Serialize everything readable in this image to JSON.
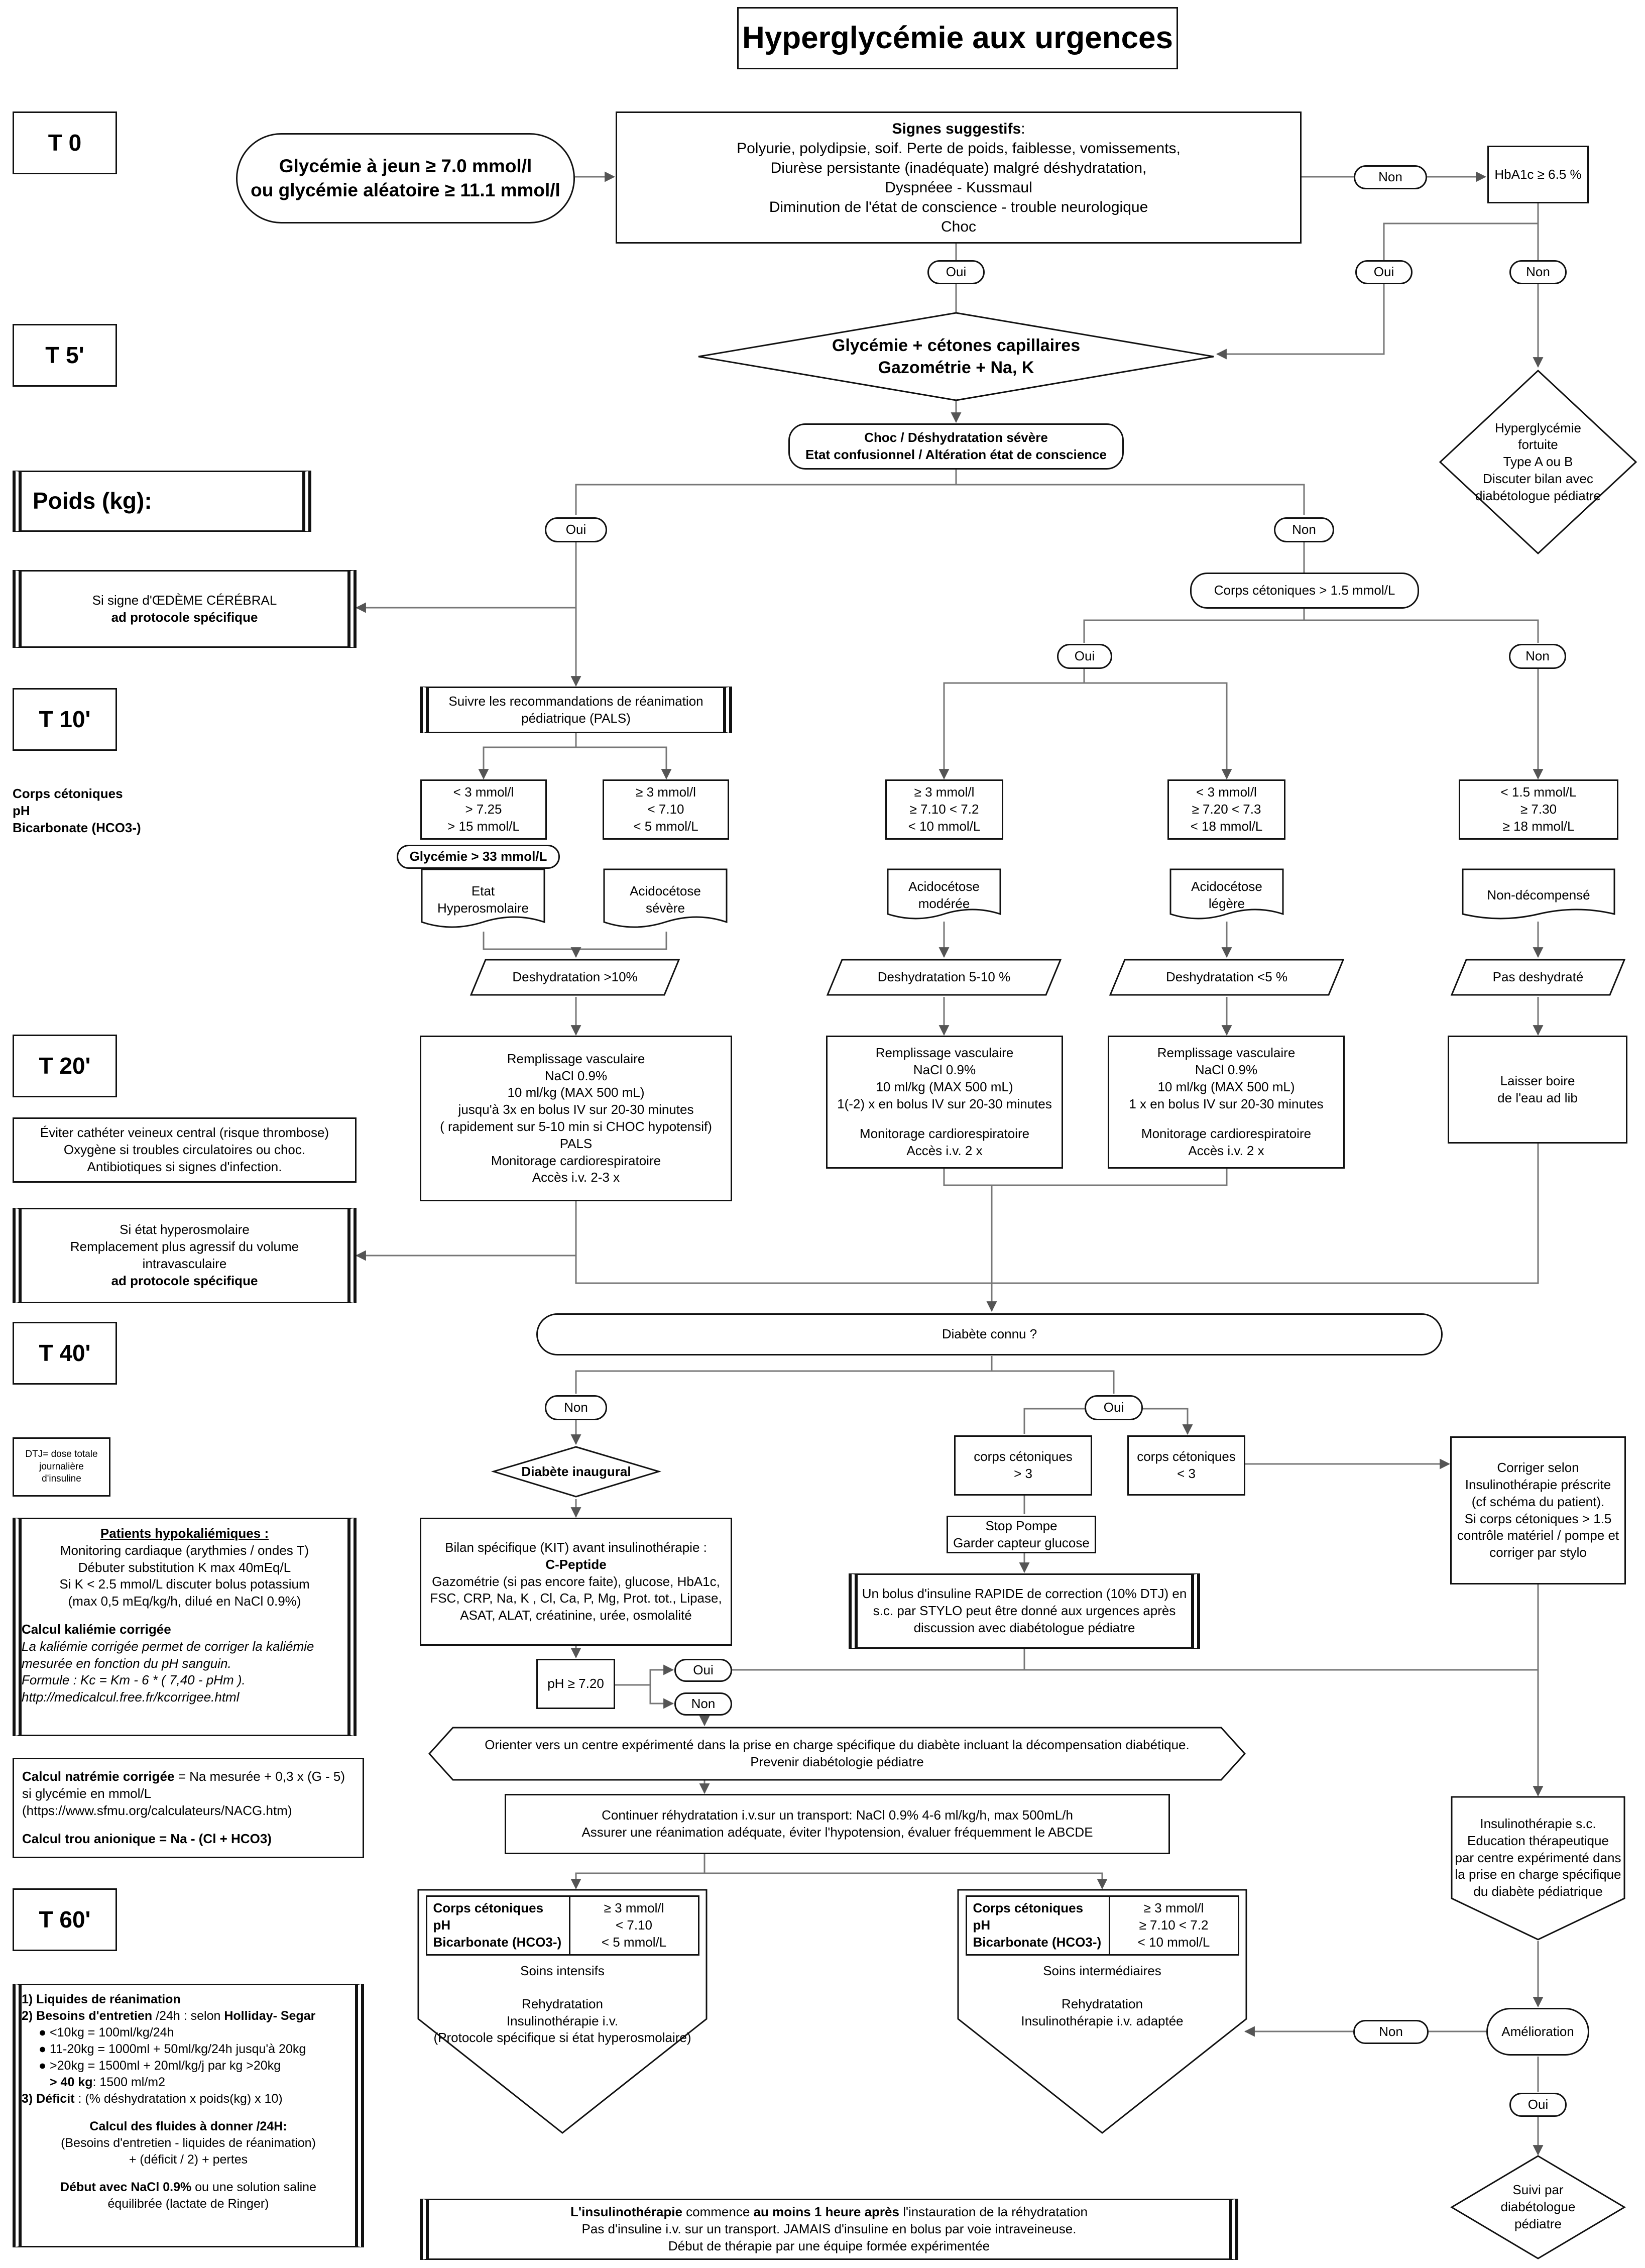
{
  "title": "Hyperglycémie aux urgences",
  "timeline": {
    "t0": "T 0",
    "t5": "T  5'",
    "poids": "Poids (kg):",
    "t10": "T  10'",
    "t20": "T  20'",
    "t40": "T  40'",
    "t60": "T  60'"
  },
  "yes": "Oui",
  "no": "Non",
  "start": {
    "l1": "Glycémie à jeun ≥ 7.0 mmol/l",
    "l2": "ou glycémie aléatoire ≥ 11.1 mmol/l"
  },
  "signs": {
    "title": "Signes suggestifs",
    "l1": "Polyurie, polydipsie, soif. Perte de poids, faiblesse, vomissements,",
    "l2": "Diurèse persistante (inadéquate) malgré déshydratation,",
    "l3": "Dyspnéee - Kussmaul",
    "l4": "Diminution de l'état de conscience - trouble neurologique",
    "l5": "Choc"
  },
  "hba1c": "HbA1c ≥ 6.5 %",
  "capillary": {
    "l1": "Glycémie + cétones capillaires",
    "l2": "Gazométrie + Na, K"
  },
  "fortuite": {
    "l1": "Hyperglycémie",
    "l2": "fortuite",
    "l3": "Type A ou B",
    "l4": "Discuter bilan  avec",
    "l5": "diabétologue pédiatre"
  },
  "choc": {
    "l1": "Choc / Déshydratation sévère",
    "l2": "Etat confusionnel / Altération état de conscience"
  },
  "oedeme": {
    "l1": "Si signe d'ŒDÈME CÉRÉBRAL",
    "l2": "ad protocole spécifique"
  },
  "cetones_gt": "Corps cétoniques > 1.5 mmol/L",
  "pals": {
    "l1": "Suivre les recommandations de réanimation",
    "l2": "pédiatrique (PALS)"
  },
  "legend_labs": {
    "l1": "Corps cétoniques",
    "l2": "pH",
    "l3": "Bicarbonate (HCO3-)"
  },
  "crit_hyperosm": {
    "l1": "< 3 mmol/l",
    "l2": "> 7.25",
    "l3": "> 15 mmol/L"
  },
  "crit_severe": {
    "l1": "≥ 3 mmol/l",
    "l2": "< 7.10",
    "l3": "< 5 mmol/L"
  },
  "crit_moderee": {
    "l1": "≥ 3 mmol/l",
    "l2": "≥ 7.10 < 7.2",
    "l3": "< 10 mmol/L"
  },
  "crit_legere": {
    "l1": "< 3 mmol/l",
    "l2": "≥ 7.20 < 7.3",
    "l3": "< 18 mmol/L"
  },
  "crit_nondec": {
    "l1": "< 1.5 mmol/L",
    "l2": "≥ 7.30",
    "l3": "≥ 18 mmol/L"
  },
  "glyc33": "Glycémie > 33 mmol/L",
  "state_hyperosm": {
    "l1": "Etat",
    "l2": "Hyperosmolaire"
  },
  "state_severe": {
    "l1": "Acidocétose",
    "l2": "sévère"
  },
  "state_moderee": {
    "l1": "Acidocétose",
    "l2": "modérée"
  },
  "state_legere": {
    "l1": "Acidocétose",
    "l2": "légère"
  },
  "state_nondec": "Non-décompensé",
  "deshy": {
    "a": "Deshydratation >10%",
    "b": "Deshydratation 5-10 %",
    "c": "Deshydratation <5 %",
    "d": "Pas deshydraté"
  },
  "remp_a": {
    "l1": "Remplissage vasculaire",
    "l2": "NaCl 0.9%",
    "l3": "10 ml/kg (MAX 500 mL)",
    "l4": "jusqu'à 3x en bolus IV sur 20-30 minutes",
    "l5": "( rapidement sur 5-10 min si CHOC hypotensif)",
    "l6": "PALS",
    "l7": "Monitorage cardiorespiratoire",
    "l8": "Accès i.v. 2-3 x"
  },
  "remp_b": {
    "l1": "Remplissage vasculaire",
    "l2": "NaCl 0.9%",
    "l3": "10 ml/kg (MAX 500 mL)",
    "l4": "1(-2) x en bolus IV sur 20-30 minutes",
    "l5": "Monitorage cardiorespiratoire",
    "l6": "Accès i.v. 2 x"
  },
  "remp_c": {
    "l1": "Remplissage vasculaire",
    "l2": "NaCl 0.9%",
    "l3": "10 ml/kg (MAX 500 mL)",
    "l4": "1 x en bolus IV sur 20-30 minutes",
    "l5": "Monitorage cardiorespiratoire",
    "l6": "Accès i.v. 2 x"
  },
  "boire": {
    "l1": "Laisser boire",
    "l2": "de l'eau ad lib"
  },
  "eviter": {
    "l1": "Éviter cathéter veineux central (risque thrombose)",
    "l2": "Oxygène si troubles circulatoires ou choc.",
    "l3": "Antibiotiques si signes d'infection."
  },
  "hyperosm_note": {
    "l1": "Si état hyperosmolaire",
    "l2": "Remplacement plus agressif du volume",
    "l3": "intravasculaire",
    "l4": "ad protocole spécifique"
  },
  "diabete_connu": "Diabète connu ?",
  "dtj": {
    "l1": "DTJ= dose totale",
    "l2": "journalière",
    "l3": "d'insuline"
  },
  "inaugural": "Diabète inaugural",
  "cet_gt3": {
    "l1": "corps cétoniques",
    "l2": "> 3"
  },
  "cet_lt3": {
    "l1": "corps cétoniques",
    "l2": "< 3"
  },
  "corriger": {
    "l1": "Corriger selon",
    "l2": "Insulinothérapie préscrite",
    "l3": "(cf schéma du patient).",
    "l4": "Si corps cétoniques > 1.5",
    "l5": "contrôle matériel / pompe et",
    "l6": "corriger par stylo"
  },
  "stop": {
    "l1": "Stop Pompe",
    "l2": "Garder capteur glucose"
  },
  "bilan": {
    "l1": "Bilan spécifique (KIT) avant insulinothérapie :",
    "l2": "C-Peptide",
    "l3": "Gazométrie (si pas encore faite), glucose, HbA1c,",
    "l4": "FSC, CRP, Na, K , Cl, Ca, P, Mg, Prot. tot., Lipase,",
    "l5": "ASAT, ALAT, créatinine, urée, osmolalité"
  },
  "bolus": {
    "l1": "Un bolus d'insuline RAPIDE de correction (10% DTJ) en",
    "l2": "s.c. par STYLO peut être donné aux urgences après",
    "l3": "discussion avec diabétologue pédiatre"
  },
  "ph": "pH ≥ 7.20",
  "hypok": {
    "title": "Patients hypokaliémiques :",
    "l1": "Monitoring cardiaque (arythmies / ondes T)",
    "l2": "Débuter substitution K max 40mEq/L",
    "l3": "Si K < 2.5 mmol/L discuter bolus potassium",
    "l4": "(max 0,5 mEq/kg/h, dilué en NaCl 0.9%)",
    "t2": "Calcul kaliémie corrigée",
    "i1": "La kaliémie corrigée permet de corriger la kaliémie",
    "i2": "mesurée en fonction du pH sanguin.",
    "i3": "Formule : Kc = Km - 6 * ( 7,40 - pHm ).",
    "i4": "http://medicalcul.free.fr/kcorrigee.html"
  },
  "orienter": {
    "l1": "Orienter vers un centre expérimenté dans la prise en charge spécifique du diabète incluant la décompensation diabétique.",
    "l2": "Prevenir diabétologie pédiatre"
  },
  "natremie": {
    "b1": "Calcul natrémie corrigée",
    "r1": " = Na mesurée + 0,3 x (G - 5)",
    "l2": "si glycémie en mmol/L",
    "l3": "(https://www.sfmu.org/calculateurs/NACG.htm)",
    "b2": "Calcul trou anionique = Na - (Cl + HCO3)"
  },
  "rehydr": {
    "l1": "Continuer réhydratation i.v.sur un transport: NaCl 0.9% 4-6 ml/kg/h, max 500mL/h",
    "l2": "Assurer une réanimation adéquate, éviter l'hypotension, évaluer fréquemment le ABCDE"
  },
  "insulino_sc": {
    "l1": "Insulinothérapie s.c.",
    "l2": "Education thérapeutique",
    "l3": "par centre expérimenté dans",
    "l4": "la prise en charge spécifique",
    "l5": "du diabète pédiatrique"
  },
  "pent_a": {
    "v1": "≥ 3 mmol/l",
    "v2": "< 7.10",
    "v3": "< 5 mmol/L",
    "l1": "Soins intensifs",
    "l2": "Rehydratation",
    "l3": "Insulinothérapie i.v.",
    "l4": "(Protocole spécifique si état hyperosmolaire)"
  },
  "pent_b": {
    "v1": "≥ 3 mmol/l",
    "v2": "≥ 7.10 < 7.2",
    "v3": "< 10 mmol/L",
    "l1": "Soins intermédiaires",
    "l2": "Rehydratation",
    "l3": "Insulinothérapie i.v. adaptée"
  },
  "amelioration": "Amélioration",
  "suivi": {
    "l1": "Suivi par",
    "l2": "diabétologue",
    "l3": "pédiatre"
  },
  "fluids": {
    "h1": "1) Liquides de réanimation",
    "h2a": "2) Besoins d'entretien",
    "h2b": " /24h : selon ",
    "h2c": "Holliday- Segar",
    "b1": "<10kg = 100ml/kg/24h",
    "b2": "11-20kg = 1000ml + 50ml/kg/24h jusqu'à 20kg",
    "b3": ">20kg = 1500ml + 20ml/kg/j par kg >20kg",
    "b4a": "> 40 kg",
    "b4b": ": 1500 ml/m2",
    "h3a": "3) Déficit",
    "h3b": " : (% déshydratation x poids(kg) x 10)",
    "c1": "Calcul des fluides à donner /24H:",
    "c2": "(Besoins d'entretien - liquides de réanimation)",
    "c3": "+ (déficit / 2) + pertes",
    "d1a": "Début avec NaCl 0.9%",
    "d1b": "  ou une solution saline",
    "d2": "équilibrée (lactate de Ringer)"
  },
  "insulin_note": {
    "a": "L'insulinothérapie",
    "b": " commence ",
    "c": "au moins 1 heure après",
    "d": " l'instauration de la réhydratation",
    "l2": "Pas d'insuline i.v. sur un transport. JAMAIS d'insuline en bolus par voie intraveineuse.",
    "l3": "Début de thérapie par une équipe formée expérimentée"
  }
}
